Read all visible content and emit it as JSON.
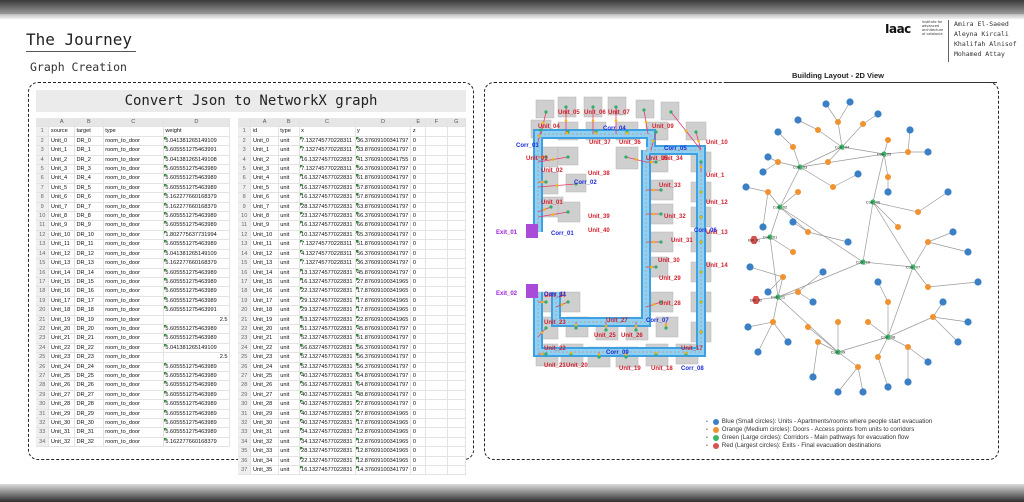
{
  "header": {
    "title": "The Journey",
    "subtitle": "Graph Creation",
    "logo": "Iaac",
    "logo_small": "institute for advanced architecture of catalonia",
    "authors": [
      "Amira El-Saeed",
      "Aleyna Kircali",
      "Khalifah Alnisof",
      "Mohamed Attay"
    ]
  },
  "left_panel": {
    "banner": "Convert Json to NetworkX graph",
    "edges_sheet": {
      "col_letters": [
        "A",
        "B",
        "C",
        "D"
      ],
      "headers": [
        "source",
        "target",
        "type",
        "weight"
      ],
      "rows": [
        [
          "Unit_0",
          "DR_0",
          "room_to_door",
          "5.041381265149109"
        ],
        [
          "Unit_1",
          "DR_1",
          "room_to_door",
          "5.605551275463991"
        ],
        [
          "Unit_2",
          "DR_2",
          "room_to_door",
          "5.041381265149108"
        ],
        [
          "Unit_3",
          "DR_3",
          "room_to_door",
          "5.605551275463989"
        ],
        [
          "Unit_4",
          "DR_4",
          "room_to_door",
          "5.605551275463989"
        ],
        [
          "Unit_5",
          "DR_5",
          "room_to_door",
          "5.605551275463989"
        ],
        [
          "Unit_6",
          "DR_6",
          "room_to_door",
          "5.162277660168379"
        ],
        [
          "Unit_7",
          "DR_7",
          "room_to_door",
          "5.162277660168379"
        ],
        [
          "Unit_8",
          "DR_8",
          "room_to_door",
          "5.605551275463989"
        ],
        [
          "Unit_9",
          "DR_9",
          "room_to_door",
          "5.605551275463989"
        ],
        [
          "Unit_10",
          "DR_10",
          "room_to_door",
          "1.802775637731994"
        ],
        [
          "Unit_11",
          "DR_11",
          "room_to_door",
          "5.605551275463989"
        ],
        [
          "Unit_12",
          "DR_12",
          "room_to_door",
          "5.041381265149109"
        ],
        [
          "Unit_13",
          "DR_13",
          "room_to_door",
          "5.162277660168379"
        ],
        [
          "Unit_14",
          "DR_14",
          "room_to_door",
          "5.605551275463989"
        ],
        [
          "Unit_15",
          "DR_15",
          "room_to_door",
          "5.605551275463989"
        ],
        [
          "Unit_16",
          "DR_16",
          "room_to_door",
          "5.605551275463989"
        ],
        [
          "Unit_17",
          "DR_17",
          "room_to_door",
          "5.605551275463989"
        ],
        [
          "Unit_18",
          "DR_18",
          "room_to_door",
          "5.605551275463991"
        ],
        [
          "Unit_19",
          "DR_19",
          "room_to_door",
          "2.5"
        ],
        [
          "Unit_20",
          "DR_20",
          "room_to_door",
          "5.605551275463989"
        ],
        [
          "Unit_21",
          "DR_21",
          "room_to_door",
          "5.605551275463989"
        ],
        [
          "Unit_22",
          "DR_22",
          "room_to_door",
          "5.041381265149109"
        ],
        [
          "Unit_23",
          "DR_23",
          "room_to_door",
          "2.5"
        ],
        [
          "Unit_24",
          "DR_24",
          "room_to_door",
          "5.605551275463989"
        ],
        [
          "Unit_25",
          "DR_25",
          "room_to_door",
          "5.605551275463989"
        ],
        [
          "Unit_26",
          "DR_26",
          "room_to_door",
          "5.605551275463989"
        ],
        [
          "Unit_27",
          "DR_27",
          "room_to_door",
          "5.605551275463989"
        ],
        [
          "Unit_28",
          "DR_28",
          "room_to_door",
          "5.605551275463989"
        ],
        [
          "Unit_29",
          "DR_29",
          "room_to_door",
          "5.605551275463989"
        ],
        [
          "Unit_30",
          "DR_30",
          "room_to_door",
          "5.605551275463989"
        ],
        [
          "Unit_31",
          "DR_31",
          "room_to_door",
          "5.605551275463989"
        ],
        [
          "Unit_32",
          "DR_32",
          "room_to_door",
          "5.162277660168379"
        ]
      ]
    },
    "nodes_sheet": {
      "col_letters": [
        "A",
        "B",
        "C",
        "D",
        "E",
        "F",
        "G"
      ],
      "headers": [
        "id",
        "type",
        "x",
        "y",
        "z",
        "",
        ""
      ],
      "rows": [
        [
          "Unit_0",
          "unit",
          "7.132745770228311",
          "36.37609100341797",
          "0"
        ],
        [
          "Unit_1",
          "unit",
          "7.132745770228311",
          "33.87609100341797",
          "0"
        ],
        [
          "Unit_2",
          "unit",
          "16.13274577022832",
          "41.37609100341755",
          "0"
        ],
        [
          "Unit_3",
          "unit",
          "7.132745770228311",
          "56.37609100341797",
          "0"
        ],
        [
          "Unit_4",
          "unit",
          "16.13274577022831",
          "61.87609100341797",
          "0"
        ],
        [
          "Unit_5",
          "unit",
          "16.13274577022831",
          "57.87609100341797",
          "0"
        ],
        [
          "Unit_6",
          "unit",
          "16.13274577022831",
          "57.87609100341797",
          "0"
        ],
        [
          "Unit_7",
          "unit",
          "28.13274577022831",
          "63.87609100341797",
          "0"
        ],
        [
          "Unit_8",
          "unit",
          "23.13274577022831",
          "66.37609100341797",
          "0"
        ],
        [
          "Unit_9",
          "unit",
          "16.13274577022831",
          "66.87609100341797",
          "0"
        ],
        [
          "Unit_10",
          "unit",
          "10.13274577022831",
          "65.37609100341797",
          "0"
        ],
        [
          "Unit_11",
          "unit",
          "7.132745770228311",
          "51.87609100341797",
          "0"
        ],
        [
          "Unit_12",
          "unit",
          "4.132745770228311",
          "56.37609100341797",
          "0"
        ],
        [
          "Unit_13",
          "unit",
          "7.132745770228311",
          "36.37609100341797",
          "0"
        ],
        [
          "Unit_14",
          "unit",
          "13.13274577022831",
          "45.87609100341797",
          "0"
        ],
        [
          "Unit_15",
          "unit",
          "16.13274577022831",
          "27.87609100341965",
          "0"
        ],
        [
          "Unit_16",
          "unit",
          "22.13274577022831",
          "17.87609100341965",
          "0"
        ],
        [
          "Unit_17",
          "unit",
          "29.13274577022831",
          "17.87609100341965",
          "0"
        ],
        [
          "Unit_18",
          "unit",
          "29.13274577022831",
          "17.87609100341965",
          "0"
        ],
        [
          "Unit_19",
          "unit",
          "53.13274577022831",
          "22.87609100341965",
          "0"
        ],
        [
          "Unit_20",
          "unit",
          "51.13274577022831",
          "45.87609100341797",
          "0"
        ],
        [
          "Unit_21",
          "unit",
          "52.13274577022831",
          "51.87609100341797",
          "0"
        ],
        [
          "Unit_22",
          "unit",
          "56.63274577022831",
          "56.37609100341797",
          "0"
        ],
        [
          "Unit_23",
          "unit",
          "52.13274577022831",
          "56.37609100341797",
          "0"
        ],
        [
          "Unit_24",
          "unit",
          "52.13274577022831",
          "56.37609100341797",
          "0"
        ],
        [
          "Unit_25",
          "unit",
          "40.13274577022831",
          "64.87609100341797",
          "0"
        ],
        [
          "Unit_26",
          "unit",
          "36.13274577022831",
          "64.87609100341797",
          "0"
        ],
        [
          "Unit_27",
          "unit",
          "40.13274577022831",
          "48.87609100341797",
          "0"
        ],
        [
          "Unit_28",
          "unit",
          "40.13274577022831",
          "27.87609100341797",
          "0"
        ],
        [
          "Unit_29",
          "unit",
          "40.13274577022831",
          "27.87609100341965",
          "0"
        ],
        [
          "Unit_30",
          "unit",
          "40.13274577022831",
          "17.87609100341965",
          "0"
        ],
        [
          "Unit_31",
          "unit",
          "34.13274577022831",
          "12.87609100341965",
          "0"
        ],
        [
          "Unit_32",
          "unit",
          "34.13274577022831",
          "12.87609100341965",
          "0"
        ],
        [
          "Unit_33",
          "unit",
          "28.13274577022831",
          "12.87609100341965",
          "0"
        ],
        [
          "Unit_34",
          "unit",
          "22.13274577022831",
          "12.87609100341965",
          "0"
        ],
        [
          "Unit_35",
          "unit",
          "16.13274577022831",
          "14.37609100341797",
          "0"
        ]
      ]
    }
  },
  "right_panel": {
    "title": "Building Layout - 2D View",
    "plan_labels": {
      "units": [
        {
          "t": "Unit_05",
          "k": "u1"
        },
        {
          "t": "Unit_06",
          "k": "u2"
        },
        {
          "t": "Unit_07",
          "k": "u3"
        },
        {
          "t": "Unit_04",
          "k": "u4"
        },
        {
          "t": "Unit_09",
          "k": "u5"
        },
        {
          "t": "Unit_37",
          "k": "u6"
        },
        {
          "t": "Unit_36",
          "k": "u7"
        },
        {
          "t": "Unit_10",
          "k": "u8"
        },
        {
          "t": "Unit_03",
          "k": "u9"
        },
        {
          "t": "Unit_02",
          "k": "u10"
        },
        {
          "t": "Unit_38",
          "k": "u11"
        },
        {
          "t": "Unit_35",
          "k": "u12"
        },
        {
          "t": "Unit_34",
          "k": "u13"
        },
        {
          "t": "Unit_33",
          "k": "u14"
        },
        {
          "t": "Unit_01",
          "k": "u15"
        },
        {
          "t": "Unit_39",
          "k": "u16"
        },
        {
          "t": "Unit_40",
          "k": "u17"
        },
        {
          "t": "Unit_32",
          "k": "u18"
        },
        {
          "t": "Unit_31",
          "k": "u19"
        },
        {
          "t": "Unit_30",
          "k": "u20"
        },
        {
          "t": "Unit_29",
          "k": "u21"
        },
        {
          "t": "Unit_24",
          "k": "u22"
        },
        {
          "t": "Unit_28",
          "k": "u23"
        },
        {
          "t": "Unit_23",
          "k": "u24"
        },
        {
          "t": "Unit_27",
          "k": "u25"
        },
        {
          "t": "Unit_25",
          "k": "u26"
        },
        {
          "t": "Unit_26",
          "k": "u27"
        },
        {
          "t": "Unit_22",
          "k": "u28"
        },
        {
          "t": "Unit_21",
          "k": "u29"
        },
        {
          "t": "Unit_20",
          "k": "u30"
        },
        {
          "t": "Unit_19",
          "k": "u31"
        },
        {
          "t": "Unit_18",
          "k": "u32"
        },
        {
          "t": "Unit_17",
          "k": "u33"
        },
        {
          "t": "Unit_1",
          "k": "u34"
        },
        {
          "t": "Unit_12",
          "k": "u35"
        },
        {
          "t": "Unit_13",
          "k": "u36"
        },
        {
          "t": "Unit_14",
          "k": "u37"
        }
      ],
      "corridors": [
        {
          "t": "Corr_04",
          "k": "c1"
        },
        {
          "t": "Corr_03",
          "k": "c2"
        },
        {
          "t": "Corr_05",
          "k": "c3"
        },
        {
          "t": "Corr_02",
          "k": "c4"
        },
        {
          "t": "Corr_01",
          "k": "c5"
        },
        {
          "t": "Corr_06",
          "k": "c6"
        },
        {
          "t": "Corr_11",
          "k": "c7"
        },
        {
          "t": "Corr_07",
          "k": "c8"
        },
        {
          "t": "Corr_09",
          "k": "c9"
        },
        {
          "t": "Corr_08",
          "k": "c10"
        }
      ],
      "exits": [
        {
          "t": "Exit_01",
          "k": "e1"
        },
        {
          "t": "Exit_02",
          "k": "e2"
        }
      ]
    },
    "graph_labels": [
      "Corr_04",
      "Corr_03",
      "Corr_05",
      "Corr_02",
      "Corr_01",
      "Corr_06",
      "Corr_11",
      "Corr_07",
      "Corr_09",
      "Corr_08",
      "Corr_10",
      "Exit_01",
      "Exit_02"
    ],
    "legend": [
      {
        "color": "#3b7fc4",
        "text": "Blue (Small circles): Units - Apartments/rooms where people start evacuation"
      },
      {
        "color": "#f0922f",
        "text": "Orange (Medium circles): Doors - Access points from units to corridors"
      },
      {
        "color": "#3fb56a",
        "text": "Green (Large circles): Corridors - Main pathways for evacuation flow"
      },
      {
        "color": "#d9534f",
        "text": "Red (Largest circles): Exits - Final evacuation destinations"
      }
    ]
  }
}
